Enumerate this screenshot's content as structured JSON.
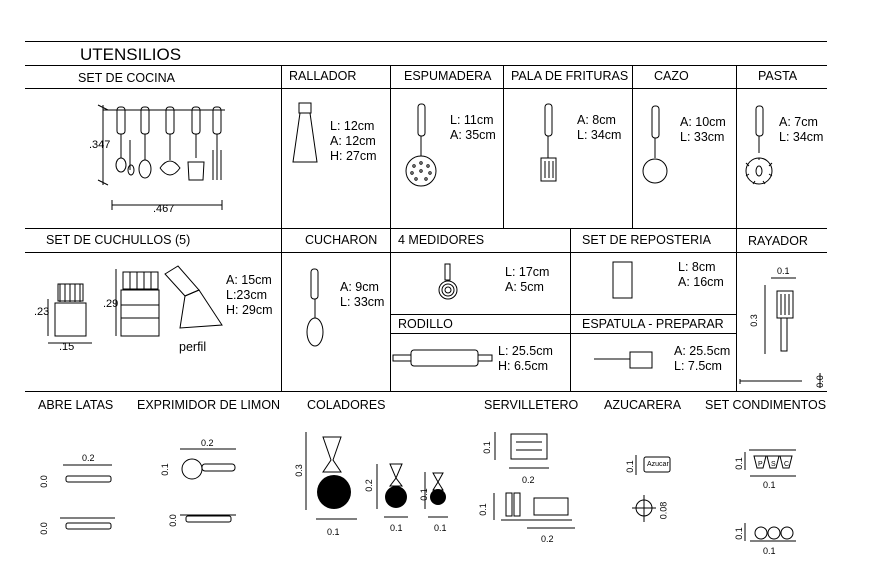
{
  "title": "UTENSILIOS",
  "cells": {
    "set_cocina": {
      "label": "SET DE COCINA",
      "dim_h": ".347",
      "dim_w": ".467"
    },
    "rallador": {
      "label": "RALLADOR",
      "l": "L: 12cm",
      "a": "A: 12cm",
      "h": "H: 27cm"
    },
    "espumadera": {
      "label": "ESPUMADERA",
      "l": "L: 11cm",
      "a": "A: 35cm"
    },
    "pala": {
      "label": "PALA DE FRITURAS",
      "a": "A: 8cm",
      "l": "L: 34cm"
    },
    "cazo": {
      "label": "CAZO",
      "a": "A: 10cm",
      "l": "L: 33cm"
    },
    "pasta": {
      "label": "PASTA",
      "a": "A: 7cm",
      "l": "L: 34cm"
    },
    "cuchillos": {
      "label": "SET DE CUCHULLOS (5)",
      "d1": ".23",
      "d2": ".29",
      "d3": ".15",
      "a": "A: 15cm",
      "l": "L:23cm",
      "h": "H: 29cm",
      "perfil": "perfil"
    },
    "cucharon": {
      "label": "CUCHARON",
      "a": "A: 9cm",
      "l": "L: 33cm"
    },
    "medidores": {
      "label": "4 MEDIDORES",
      "l": "L: 17cm",
      "a": "A: 5cm"
    },
    "reposteria": {
      "label": "SET DE REPOSTERIA",
      "l": "L: 8cm",
      "a": "A: 16cm"
    },
    "rayador": {
      "label": "RAYADOR",
      "d1": "0.1",
      "d2": "0.3",
      "d3": "0.0"
    },
    "rodillo": {
      "label": "RODILLO",
      "l": "L: 25.5cm",
      "h": "H: 6.5cm"
    },
    "espatula": {
      "label": "ESPATULA - PREPARAR",
      "a": "A: 25.5cm",
      "l": "L: 7.5cm"
    }
  },
  "bottom": {
    "abre_latas": {
      "label": "ABRE LATAS",
      "d1": "0.2",
      "d2": "0.0",
      "d3": "0.0"
    },
    "exprimidor": {
      "label": "EXPRIMIDOR DE LIMON",
      "d1": "0.2",
      "d2": "0.1",
      "d3": "0.0"
    },
    "coladores": {
      "label": "COLADORES",
      "d1": "0.3",
      "d2": "0.1",
      "d3": "0.2",
      "d4": "0.1",
      "d5": "0.1",
      "d6": "0.1"
    },
    "servilletero": {
      "label": "SERVILLETERO",
      "d1": "0.1",
      "d2": "0.2",
      "d3": "0.1",
      "d4": "0.2"
    },
    "azucarera": {
      "label": "AZUCARERA",
      "d1": "0.1",
      "d2": "0.08",
      "text": "Azucar"
    },
    "condimentos": {
      "label": "SET CONDIMENTOS",
      "d1": "0.1",
      "d2": "0.1",
      "d3": "0.1",
      "d4": "0.1",
      "jars": [
        "P",
        "S",
        "C"
      ]
    }
  }
}
